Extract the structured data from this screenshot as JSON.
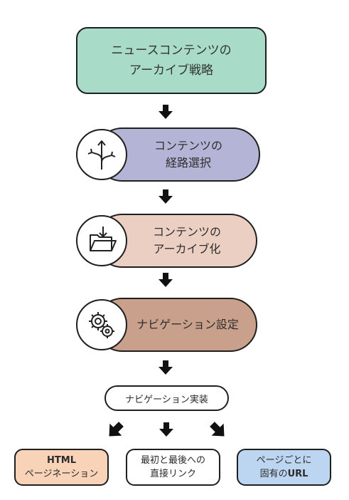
{
  "colors": {
    "title": "#a8dcc8",
    "step1": "#b3b4d6",
    "step2": "#eccfc3",
    "step3": "#c9a08b",
    "leaf_left": "#f8d3b7",
    "leaf_mid": "#ffffff",
    "leaf_right": "#bcd6f2"
  },
  "title": {
    "line1": "ニュースコンテンツの",
    "line2": "アーカイブ戦略"
  },
  "steps": [
    {
      "line1": "コンテンツの",
      "line2": "経路選択",
      "icon": "route-branch-icon"
    },
    {
      "line1": "コンテンツの",
      "line2": "アーカイブ化",
      "icon": "folder-download-icon"
    },
    {
      "line1": "ナビゲーション設定",
      "icon": "gears-icon"
    }
  ],
  "implementation": {
    "label": "ナビゲーション実装"
  },
  "options": [
    {
      "line1": "HTML",
      "line2": "ページネーション"
    },
    {
      "line1": "最初と最後への",
      "line2": "直接リンク"
    },
    {
      "line1": "ページごとに",
      "line2_a": "固有の",
      "line2_b": "URL"
    }
  ]
}
